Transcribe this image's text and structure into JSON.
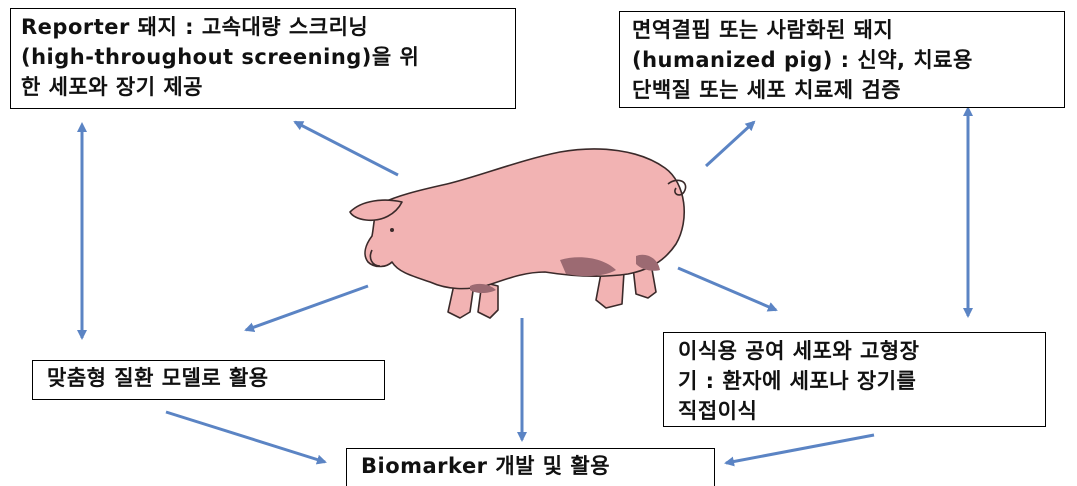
{
  "boxes": {
    "reporter": [
      "Reporter 돼지 : 고속대량 스크리닝",
      "(high-throughout screening)을 위",
      "한 세포와 장기 제공"
    ],
    "humanized": [
      "면역결핍 또는 사람화된 돼지",
      "(humanized pig) : 신약, 치료용",
      "단백질 또는 세포 치료제 검증"
    ],
    "disease": "맞춤형 질환 모델로 활용",
    "transplant": [
      "이식용 공여 세포와 고형장",
      "기 : 환자에 세포나 장기를",
      "직접이식"
    ],
    "biomarker": "Biomarker 개발 및 활용"
  },
  "colors": {
    "arrow": "#5b84c4",
    "pig_body": "#f2b3b3",
    "pig_outline": "#3a2a2a",
    "pig_shadow": "#9c6a72"
  },
  "icons": {
    "center": "pig-illustration"
  }
}
